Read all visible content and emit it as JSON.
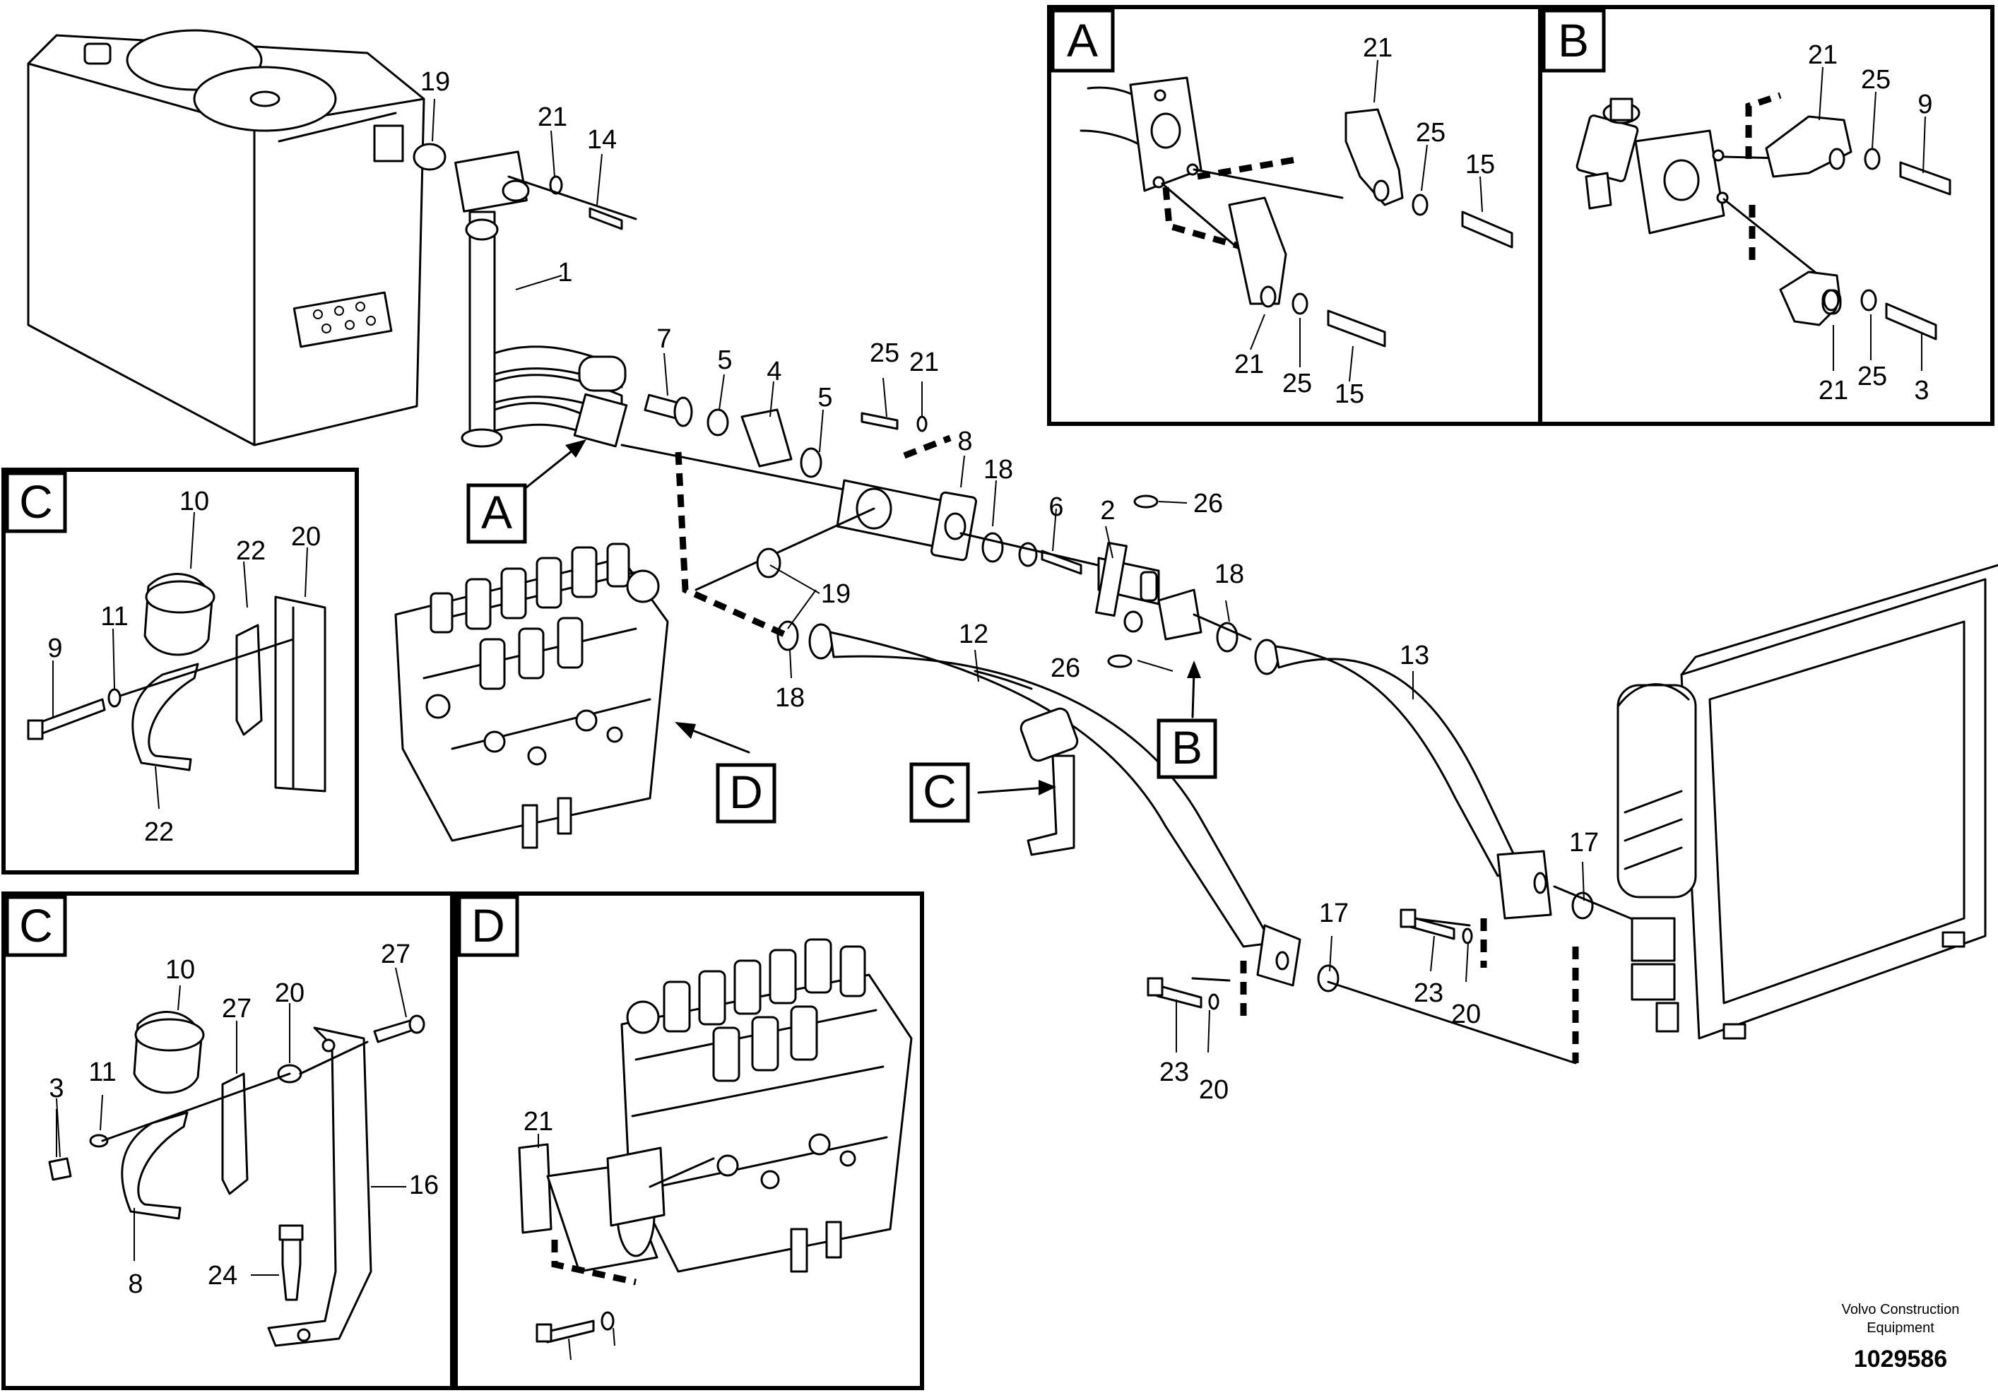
{
  "callouts": [
    {
      "id": "c1",
      "text": "1"
    },
    {
      "id": "c2",
      "text": "2"
    },
    {
      "id": "c4",
      "text": "4"
    },
    {
      "id": "c5a",
      "text": "5"
    },
    {
      "id": "c5b",
      "text": "5"
    },
    {
      "id": "c6",
      "text": "6"
    },
    {
      "id": "c7",
      "text": "7"
    },
    {
      "id": "c8",
      "text": "8"
    },
    {
      "id": "c12",
      "text": "12"
    },
    {
      "id": "c13",
      "text": "13"
    },
    {
      "id": "c14",
      "text": "14"
    },
    {
      "id": "c17a",
      "text": "17"
    },
    {
      "id": "c17b",
      "text": "17"
    },
    {
      "id": "c18a",
      "text": "18"
    },
    {
      "id": "c18b",
      "text": "18"
    },
    {
      "id": "c18c",
      "text": "18"
    },
    {
      "id": "c19a",
      "text": "19"
    },
    {
      "id": "c19b",
      "text": "19"
    },
    {
      "id": "c20a",
      "text": "20"
    },
    {
      "id": "c20b",
      "text": "20"
    },
    {
      "id": "c21a",
      "text": "21"
    },
    {
      "id": "c21b",
      "text": "21"
    },
    {
      "id": "c23a",
      "text": "23"
    },
    {
      "id": "c23b",
      "text": "23"
    },
    {
      "id": "c25",
      "text": "25"
    },
    {
      "id": "c26a",
      "text": "26"
    },
    {
      "id": "c26b",
      "text": "26"
    },
    {
      "id": "ca15a",
      "text": "15"
    },
    {
      "id": "ca15b",
      "text": "15"
    },
    {
      "id": "ca21a",
      "text": "21"
    },
    {
      "id": "ca21b",
      "text": "21"
    },
    {
      "id": "ca25a",
      "text": "25"
    },
    {
      "id": "ca25b",
      "text": "25"
    },
    {
      "id": "cb15a",
      "text": "15"
    },
    {
      "id": "cb15b",
      "text": "15"
    },
    {
      "id": "cb21a",
      "text": "21"
    },
    {
      "id": "cb21b",
      "text": "21"
    },
    {
      "id": "cb25a",
      "text": "25"
    },
    {
      "id": "cb25b",
      "text": "25"
    },
    {
      "id": "cc9",
      "text": "9"
    },
    {
      "id": "cc3",
      "text": "3"
    },
    {
      "id": "cc10",
      "text": "10"
    },
    {
      "id": "cc20",
      "text": "20"
    },
    {
      "id": "cc22",
      "text": "22"
    },
    {
      "id": "cc11",
      "text": "11"
    },
    {
      "id": "cd9",
      "text": "9"
    },
    {
      "id": "cd22",
      "text": "22"
    },
    {
      "id": "cd10",
      "text": "10"
    },
    {
      "id": "cd27a",
      "text": "27"
    },
    {
      "id": "cd27b",
      "text": "27"
    },
    {
      "id": "cd20",
      "text": "20"
    },
    {
      "id": "cd3",
      "text": "3"
    },
    {
      "id": "cd11",
      "text": "11"
    },
    {
      "id": "cd16",
      "text": "16"
    },
    {
      "id": "ce8",
      "text": "8"
    },
    {
      "id": "ce24",
      "text": "24"
    },
    {
      "id": "ce21",
      "text": "21"
    }
  ],
  "view_tags": {
    "a_main": "A",
    "b_main": "B",
    "c_main": "C",
    "d_main": "D",
    "a_detail": "A",
    "b_detail": "B",
    "c_detail1": "C",
    "c_detail2": "C",
    "d_detail": "D"
  },
  "footer": {
    "publisher_line1": "Volvo Construction",
    "publisher_line2": "Equipment",
    "figure_number": "1029586"
  }
}
